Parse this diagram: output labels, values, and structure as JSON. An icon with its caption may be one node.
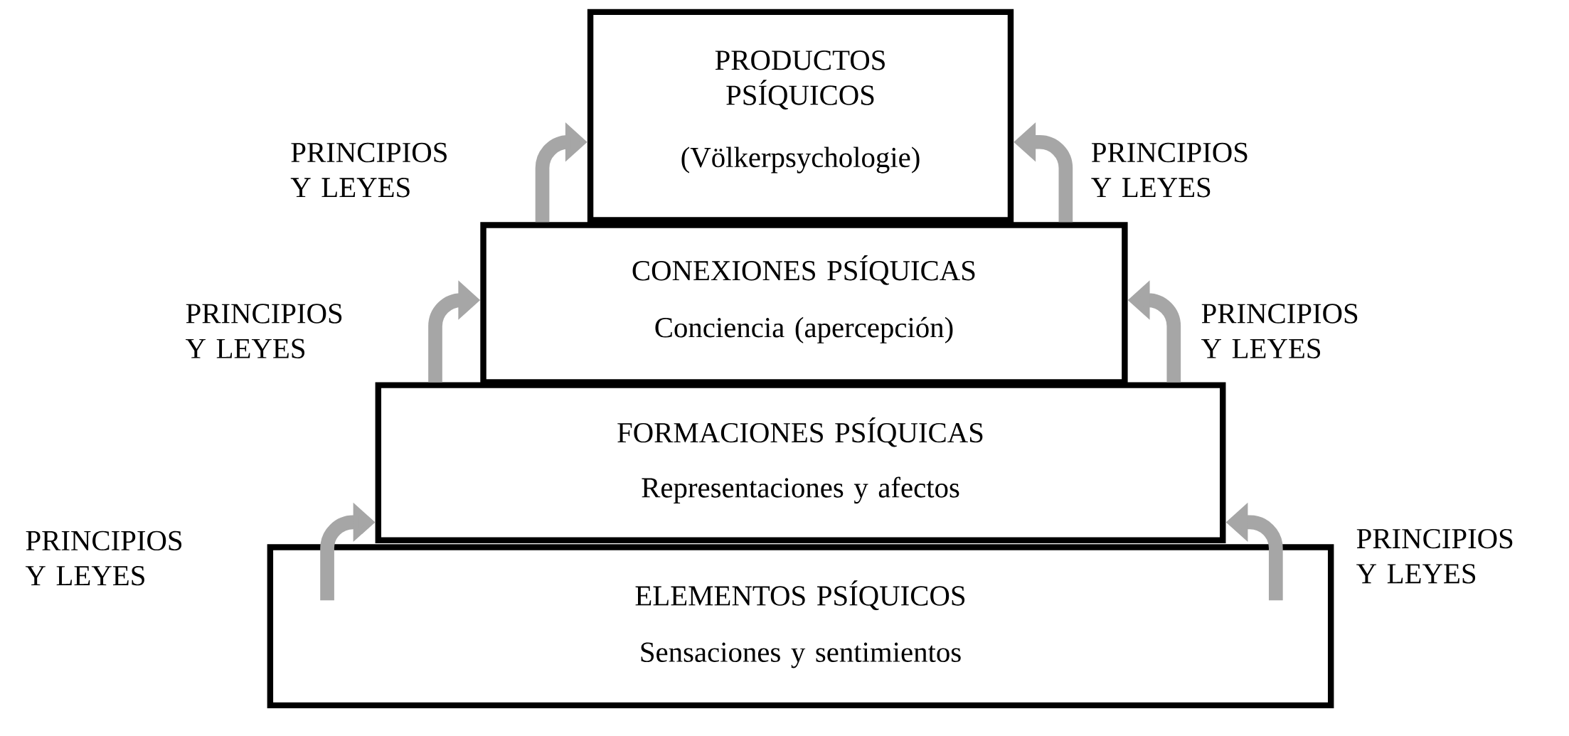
{
  "diagram": {
    "nodes": [
      {
        "text": [
          "PRODUCTOS PSÍQUICOS",
          "(Völkerpsychologie)"
        ]
      },
      {
        "text": [
          "CONEXIONES PSÍQUICAS",
          "Conciencia (apercepción)"
        ]
      },
      {
        "text": [
          "FORMACIONES PSÍQUICAS",
          "Representaciones y afectos"
        ]
      },
      {
        "text": [
          "ELEMENTOS PSÍQUICOS",
          "Sensaciones y sentimientos"
        ]
      }
    ],
    "edges": [
      {
        "from": 3,
        "to": 2,
        "arrow": "to"
      },
      {
        "from": 3,
        "to": 2,
        "arrow": "to"
      },
      {
        "from": 2,
        "to": 1,
        "arrow": "to"
      },
      {
        "from": 2,
        "to": 1,
        "arrow": "to"
      },
      {
        "from": 1,
        "to": 0,
        "arrow": "to"
      },
      {
        "from": 1,
        "to": 0,
        "arrow": "to"
      }
    ],
    "labels": [
      "PRINCIPIOS Y LEYES",
      "PRINCIPIOS Y LEYES",
      "PRINCIPIOS Y LEYES",
      "PRINCIPIOS Y LEYES",
      "PRINCIPIOS Y LEYES",
      "PRINCIPIOS Y LEYES"
    ]
  }
}
